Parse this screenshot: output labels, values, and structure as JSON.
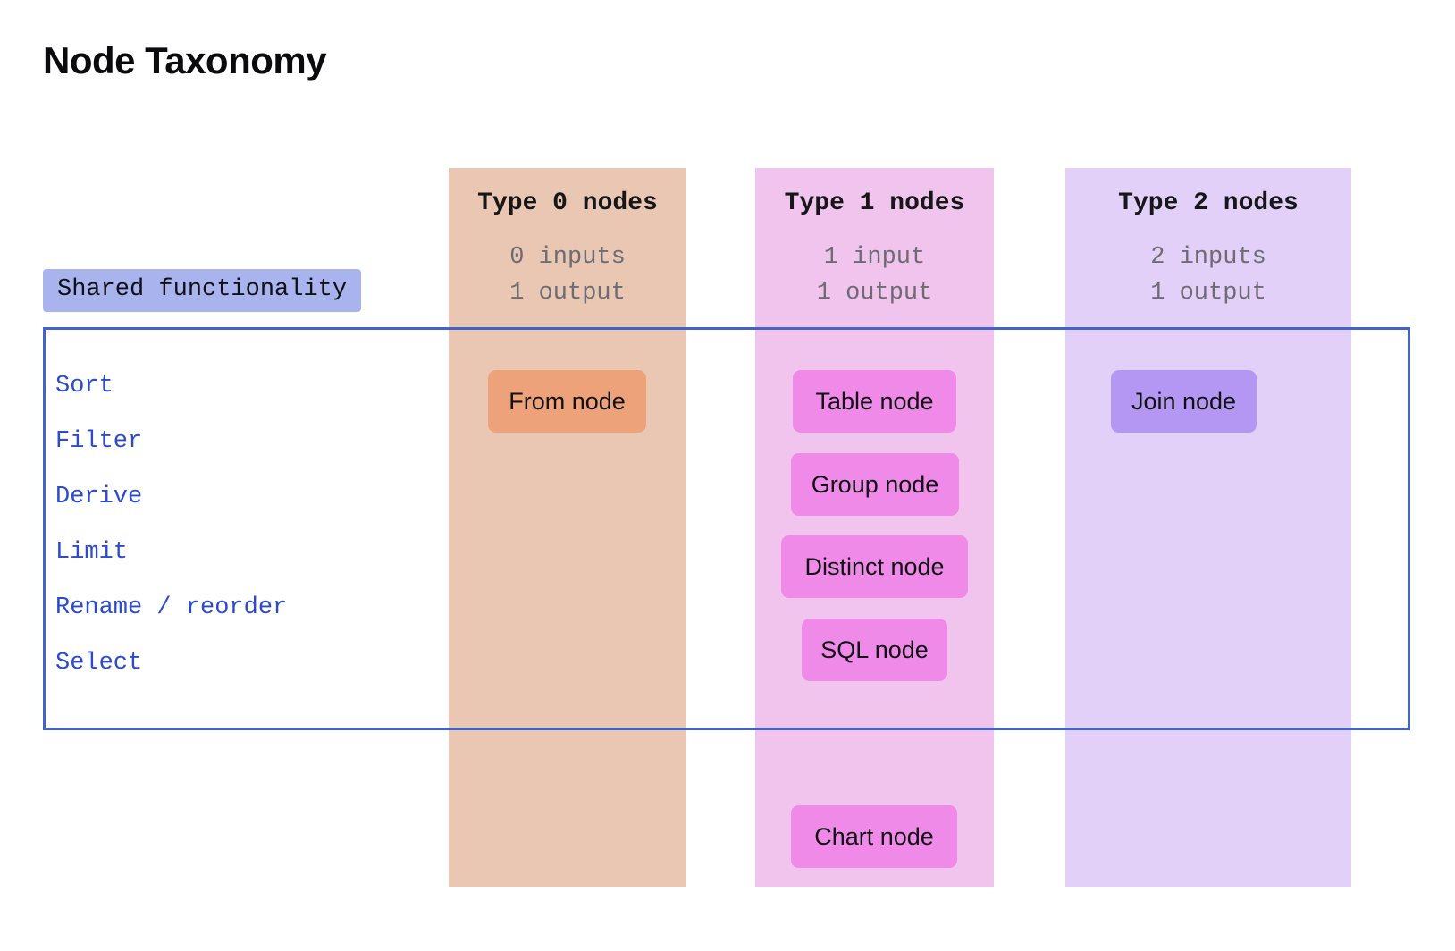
{
  "page": {
    "title": "Node Taxonomy"
  },
  "shared": {
    "badge_label": "Shared functionality",
    "items": [
      {
        "label": "Sort"
      },
      {
        "label": "Filter"
      },
      {
        "label": "Derive"
      },
      {
        "label": "Limit"
      },
      {
        "label": "Rename / reorder"
      },
      {
        "label": "Select"
      }
    ]
  },
  "columns": [
    {
      "id": "type-0",
      "header": "Type 0 nodes",
      "inputs": "0 inputs",
      "outputs": "1 output",
      "band_color": "#eac7b3",
      "chip_color": "#eda27a",
      "nodes": [
        {
          "label": "From node"
        }
      ],
      "outside_nodes": []
    },
    {
      "id": "type-1",
      "header": "Type 1 nodes",
      "inputs": "1 input",
      "outputs": "1 output",
      "band_color": "#f1c4ee",
      "chip_color": "#ef8ae8",
      "nodes": [
        {
          "label": "Table node"
        },
        {
          "label": "Group node"
        },
        {
          "label": "Distinct node"
        },
        {
          "label": "SQL node"
        }
      ],
      "outside_nodes": [
        {
          "label": "Chart node"
        }
      ]
    },
    {
      "id": "type-2",
      "header": "Type 2 nodes",
      "inputs": "2 inputs",
      "outputs": "1 output",
      "band_color": "#e2d0f8",
      "chip_color": "#b497f2",
      "nodes": [
        {
          "label": "Join node"
        }
      ],
      "outside_nodes": []
    }
  ],
  "colors": {
    "title": "#0b0b0d",
    "shared_border": "#4262cc",
    "shared_text": "#2c4bcc",
    "shared_badge_bg": "#a9b4ef",
    "subtext": "#6c6c72"
  }
}
